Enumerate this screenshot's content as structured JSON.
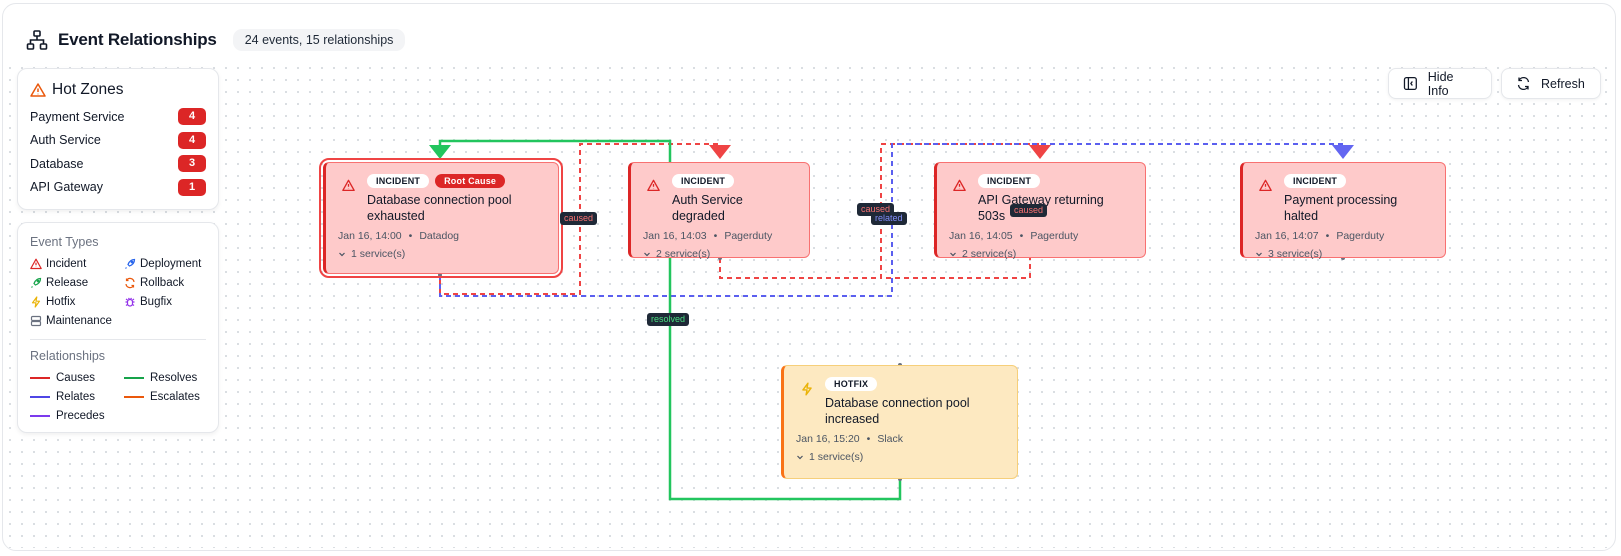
{
  "header": {
    "title": "Event Relationships",
    "count": "24 events, 15 relationships"
  },
  "hot_zones": {
    "title": "Hot Zones",
    "items": [
      {
        "name": "Payment Service",
        "count": "4"
      },
      {
        "name": "Auth Service",
        "count": "4"
      },
      {
        "name": "Database",
        "count": "3"
      },
      {
        "name": "API Gateway",
        "count": "1"
      }
    ]
  },
  "legend": {
    "types_title": "Event Types",
    "types": [
      {
        "label": "Incident",
        "icon": "warning-triangle-icon",
        "color": "#dc2626"
      },
      {
        "label": "Deployment",
        "icon": "rocket-icon",
        "color": "#2563eb"
      },
      {
        "label": "Release",
        "icon": "rocket-icon",
        "color": "#16a34a"
      },
      {
        "label": "Rollback",
        "icon": "rotate-icon",
        "color": "#ea580c"
      },
      {
        "label": "Hotfix",
        "icon": "lightning-icon",
        "color": "#eab308"
      },
      {
        "label": "Bugfix",
        "icon": "bug-icon",
        "color": "#9333ea"
      },
      {
        "label": "Maintenance",
        "icon": "server-icon",
        "color": "#6b7280"
      }
    ],
    "rel_title": "Relationships",
    "relationships": [
      {
        "label": "Causes",
        "color": "#dc2626"
      },
      {
        "label": "Resolves",
        "color": "#16a34a"
      },
      {
        "label": "Relates",
        "color": "#4f46e5"
      },
      {
        "label": "Escalates",
        "color": "#ea580c"
      },
      {
        "label": "Precedes",
        "color": "#7c3aed"
      }
    ]
  },
  "toolbar": {
    "hide_info": "Hide Info",
    "refresh": "Refresh"
  },
  "events": [
    {
      "type_tag": "INCIDENT",
      "root_cause": "Root Cause",
      "title": "Database connection pool exhausted",
      "time": "Jan 16, 14:00",
      "dot": "•",
      "source": "Datadog",
      "services": "1 service(s)"
    },
    {
      "type_tag": "INCIDENT",
      "title": "Auth Service degraded",
      "time": "Jan 16, 14:03",
      "dot": "•",
      "source": "Pagerduty",
      "services": "2 service(s)"
    },
    {
      "type_tag": "INCIDENT",
      "title": "API Gateway returning 503s",
      "time": "Jan 16, 14:05",
      "dot": "•",
      "source": "Pagerduty",
      "services": "2 service(s)"
    },
    {
      "type_tag": "INCIDENT",
      "title": "Payment processing halted",
      "time": "Jan 16, 14:07",
      "dot": "•",
      "source": "Pagerduty",
      "services": "3 service(s)"
    },
    {
      "type_tag": "HOTFIX",
      "title": "Database connection pool increased",
      "time": "Jan 16, 15:20",
      "dot": "•",
      "source": "Slack",
      "services": "1 service(s)"
    }
  ],
  "edge_labels": {
    "caused": "caused",
    "related": "related",
    "resolved": "resolved"
  },
  "colors": {
    "causes": "#ef4444",
    "resolves": "#22c55e",
    "relates": "#5b5fef",
    "precedes": "#6366f1"
  }
}
